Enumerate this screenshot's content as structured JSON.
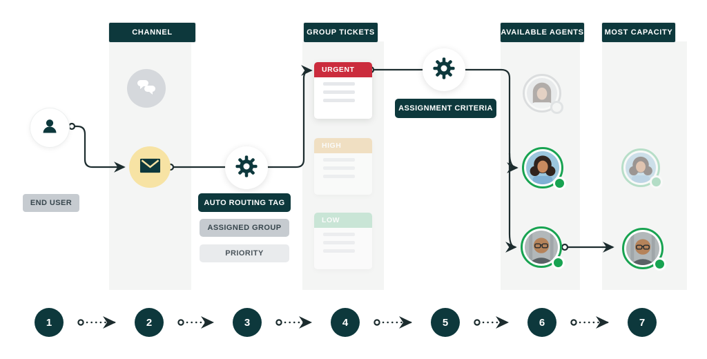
{
  "columns": [
    {
      "label": "CHANNEL"
    },
    {
      "label": "GROUP TICKETS"
    },
    {
      "label": "AVAILABLE AGENTS"
    },
    {
      "label": "MOST CAPACITY"
    }
  ],
  "end_user": {
    "label": "END USER"
  },
  "routing": {
    "auto_tag": "AUTO ROUTING TAG",
    "assigned_group": "ASSIGNED GROUP",
    "priority": "PRIORITY"
  },
  "tickets": [
    {
      "priority": "URGENT"
    },
    {
      "priority": "HIGH"
    },
    {
      "priority": "LOW"
    }
  ],
  "assignment": {
    "label": "ASSIGNMENT CRITERIA"
  },
  "agents": {
    "available": [
      {
        "state": "offline-dimmed"
      },
      {
        "state": "online"
      },
      {
        "state": "online"
      }
    ],
    "most_capacity": [
      {
        "state": "dimmed"
      },
      {
        "state": "selected"
      }
    ]
  },
  "steps": [
    "1",
    "2",
    "3",
    "4",
    "5",
    "6",
    "7"
  ],
  "colors": {
    "dark_teal": "#0d383c",
    "urgent_red": "#cb2c3d",
    "high_orange": "#f0d9b4",
    "low_green": "#bfe2cf",
    "envelope_yellow": "#f7e3a4",
    "agent_green": "#18a351",
    "panel_gray": "#f4f5f4",
    "connector": "#1c2c2e"
  }
}
